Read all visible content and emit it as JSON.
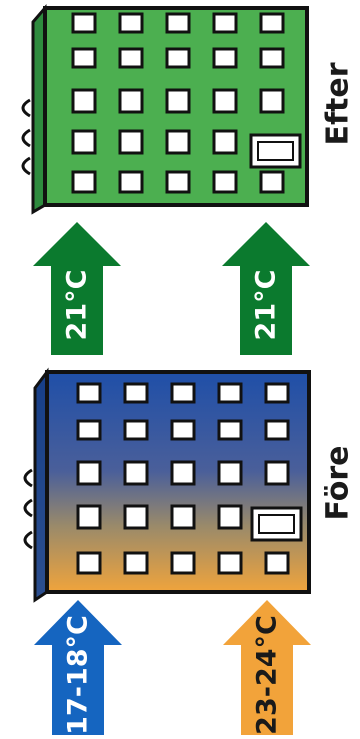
{
  "panels": {
    "after": {
      "label": "Efter",
      "arrows": [
        "21°C",
        "21°C"
      ],
      "colors": [
        "#0b7a2e",
        "#0b7a2e"
      ],
      "building_color": "#4caf50"
    },
    "before": {
      "label": "Före",
      "arrows": [
        "17-18°C",
        "23-24°C"
      ],
      "colors": [
        "#1565c0",
        "#f2a33a"
      ],
      "building_gradient": [
        "#1f4fa8",
        "#f0a43c"
      ]
    }
  }
}
